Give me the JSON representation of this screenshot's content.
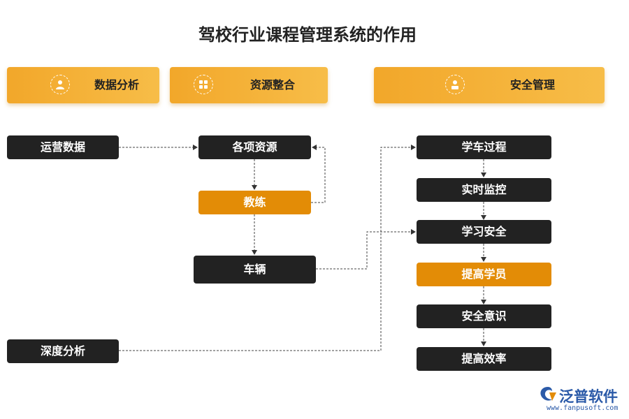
{
  "title": "驾校行业课程管理系统的作用",
  "categories": [
    {
      "label": "数据分析",
      "icon": "person-icon"
    },
    {
      "label": "资源整合",
      "icon": "puzzle-icon"
    },
    {
      "label": "安全管理",
      "icon": "user-badge-icon"
    }
  ],
  "nodes": {
    "operations_data": "运营数据",
    "deep_analysis": "深度分析",
    "resources": "各项资源",
    "coach": "教练",
    "vehicle": "车辆",
    "learning_process": "学车过程",
    "realtime_monitor": "实时监控",
    "learning_safety": "学习安全",
    "improve_students": "提高学员",
    "safety_awareness": "安全意识",
    "improve_efficiency": "提高效率"
  },
  "brand": {
    "name": "泛普软件",
    "url": "www.fanpusoft.com"
  },
  "colors": {
    "accent_orange": "#e38c06",
    "category_gradient_start": "#f2a72a",
    "category_gradient_end": "#f7bd48",
    "node_dark": "#222222",
    "brand_blue": "#2b5aa8"
  }
}
